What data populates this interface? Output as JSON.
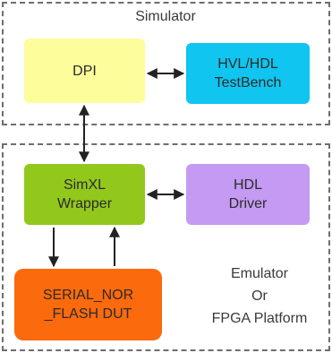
{
  "regions": {
    "simulator": {
      "label": "Simulator"
    },
    "emulator": {
      "label_lines": [
        "Emulator",
        "Or",
        "FPGA Platform"
      ]
    }
  },
  "blocks": {
    "dpi": {
      "lines": [
        "DPI"
      ],
      "color": "#fdfd9c"
    },
    "testbench": {
      "lines": [
        "HVL/HDL",
        "TestBench"
      ],
      "color": "#10c5ef"
    },
    "wrapper": {
      "lines": [
        "SimXL",
        "Wrapper"
      ],
      "color": "#92c81c"
    },
    "driver": {
      "lines": [
        "HDL",
        "Driver"
      ],
      "color": "#c49af2"
    },
    "dut": {
      "lines": [
        "SERIAL_NOR",
        "_FLASH DUT"
      ],
      "color": "#fb6a0c"
    }
  },
  "colors": {
    "border": "#6e6e6e",
    "arrow": "#222222"
  }
}
